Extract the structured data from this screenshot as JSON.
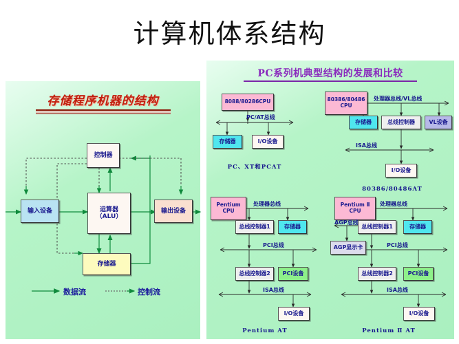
{
  "title": "计算机体系结构",
  "left_panel": {
    "title": "存储程序机器的结构",
    "boxes": {
      "input": "输入设备",
      "controller": "控制器",
      "alu_line1": "运算器",
      "alu_line2": "（ALU）",
      "memory": "存储器",
      "output": "输出设备"
    },
    "legend": {
      "data_flow": "数据流",
      "control_flow": "控制流"
    }
  },
  "right_panel": {
    "title": "PC系列机典型结构的发展和比较",
    "diagrams": [
      {
        "caption": "PC、XT和PCAT",
        "cpu": "8088/80286CPU",
        "bus1": "PC/AT总线",
        "memory": "存储器",
        "io": "I/O设备"
      },
      {
        "caption": "80386/80486AT",
        "cpu_line1": "80386/80486",
        "cpu_line2": "CPU",
        "bus1": "处理器总线/VL总线",
        "memory": "存储器",
        "bus_ctrl": "总线控制器",
        "vl_device": "VL设备",
        "bus2": "ISA总线",
        "io": "I/O设备"
      },
      {
        "caption": "Pentium AT",
        "cpu_line1": "Pentium",
        "cpu_line2": "CPU",
        "bus1": "处理器总线",
        "bus_ctrl1": "总线控制器1",
        "memory": "存储器",
        "bus2": "PCI总线",
        "bus_ctrl2": "总线控制器2",
        "pci_device": "PCI设备",
        "bus3": "ISA总线",
        "io": "I/O设备"
      },
      {
        "caption": "Pentium Ⅱ AT",
        "cpu_line1": "Pentium Ⅱ",
        "cpu_line2": "CPU",
        "bus1": "处理器总线",
        "agp_bus": "AGP总线",
        "agp_card": "AGP显示卡",
        "bus_ctrl1": "总线控制器1",
        "memory": "存储器",
        "bus2": "PCI总线",
        "bus_ctrl2": "总线控制器2",
        "pci_device": "PCI设备",
        "bus3": "ISA总线",
        "io": "I/O设备"
      }
    ]
  },
  "colors": {
    "panel_bg": "#b6f4c8",
    "left_title": "#c0200f",
    "right_title": "#8a2bbd",
    "box_text": "#1b1b8f",
    "cpu_pink": "#fcb9d4",
    "memory_cyan": "#4fe6ee",
    "pci_green": "#8ef08a",
    "io_yellow": "#fdfbbe"
  }
}
